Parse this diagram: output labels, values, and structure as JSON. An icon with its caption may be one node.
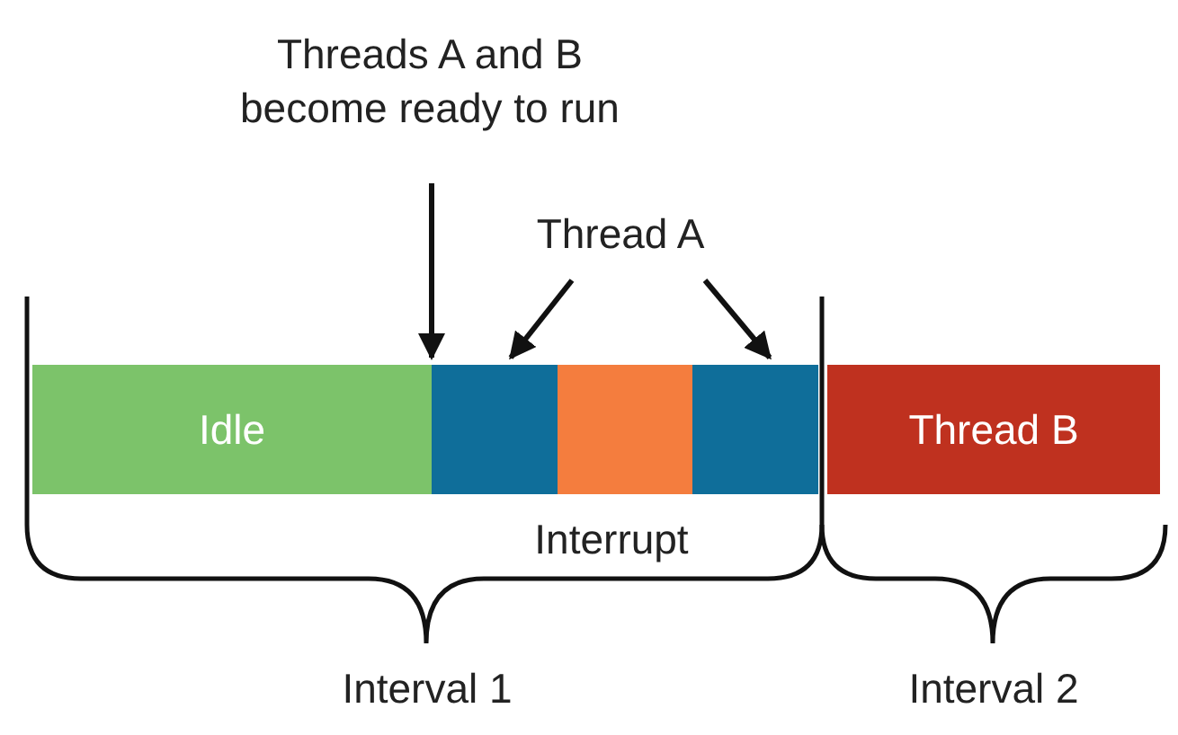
{
  "diagram": {
    "nodes": [
      {
        "text": [
          "Idle"
        ]
      },
      {
        "text": [],
        "shape": "bar"
      },
      {
        "text": [],
        "shape": "bar"
      },
      {
        "text": [],
        "shape": "bar"
      },
      {
        "text": [
          "Thread B"
        ]
      },
      {
        "text": [
          "Threads A and B become ready to run"
        ]
      },
      {
        "text": [
          "Thread A"
        ]
      }
    ],
    "edges": [
      {
        "from": 5,
        "to": 1,
        "arrow": "to"
      },
      {
        "from": 6,
        "to": 1,
        "arrow": "to"
      },
      {
        "from": 6,
        "to": 3,
        "arrow": "to"
      }
    ],
    "labels": [
      "Interrupt",
      "Interval 1",
      "Interval 2"
    ]
  }
}
